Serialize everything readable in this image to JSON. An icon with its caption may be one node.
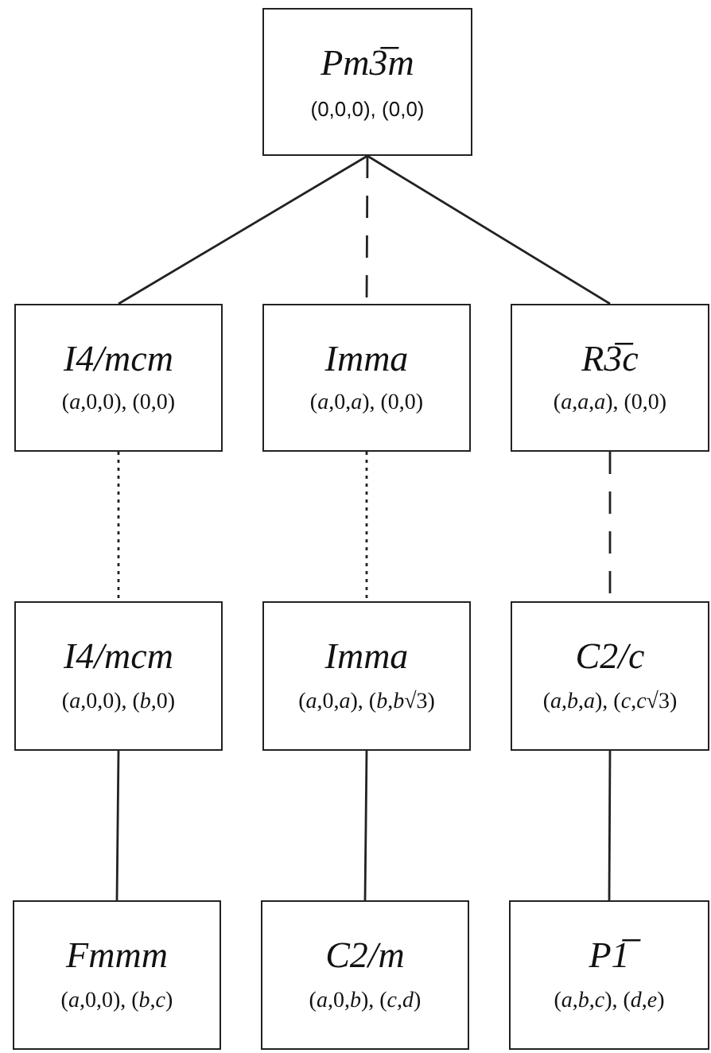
{
  "diagram": {
    "nodes": [
      {
        "text": [
          "Pm3̅m",
          "(0,0,0), (0,0)"
        ]
      },
      {
        "text": [
          "I4/mcm",
          "(*a*,0,0), (0,0)"
        ]
      },
      {
        "text": [
          "Imma",
          "(*a*,0,*a*), (0,0)"
        ]
      },
      {
        "text": [
          "R3̅c",
          "(*a*,*a*,*a*), (0,0)"
        ]
      },
      {
        "text": [
          "I4/mcm",
          "(*a*,0,0), (*b*,0)"
        ]
      },
      {
        "text": [
          "Imma",
          "(*a*,0,*a*), (*b*,*b*√3)"
        ]
      },
      {
        "text": [
          "C2/c",
          "(*a*,*b*,*a*), (*c*,*c*√3)"
        ]
      },
      {
        "text": [
          "Fmmm",
          "(*a*,0,0), (*b*,*c*)"
        ]
      },
      {
        "text": [
          "C2/m",
          "(*a*,0,*b*), (*c*,*d*)"
        ]
      },
      {
        "text": [
          "P1̅",
          "(*a*,*b*,*c*), (*d*,*e*)"
        ]
      }
    ],
    "edges": [
      {
        "from": 0,
        "to": 1,
        "arrow": "none"
      },
      {
        "from": 0,
        "to": 2,
        "arrow": "none",
        "style": "dashed"
      },
      {
        "from": 0,
        "to": 3,
        "arrow": "none"
      },
      {
        "from": 1,
        "to": 4,
        "arrow": "none",
        "style": "dashed"
      },
      {
        "from": 2,
        "to": 5,
        "arrow": "none",
        "style": "dashed"
      },
      {
        "from": 3,
        "to": 6,
        "arrow": "none",
        "style": "dashed"
      },
      {
        "from": 4,
        "to": 7,
        "arrow": "none"
      },
      {
        "from": 5,
        "to": 8,
        "arrow": "none"
      },
      {
        "from": 6,
        "to": 9,
        "arrow": "none"
      }
    ]
  }
}
